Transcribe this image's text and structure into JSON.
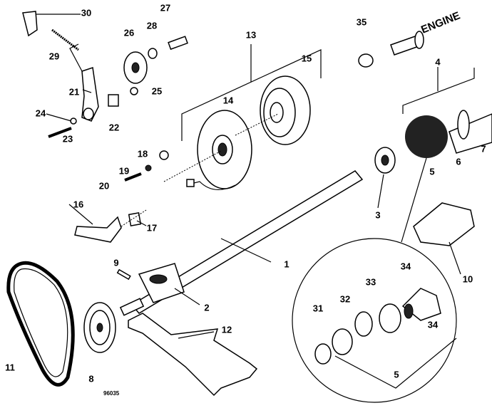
{
  "diagram": {
    "callouts": [
      "1",
      "2",
      "3",
      "4",
      "5",
      "6",
      "7",
      "8",
      "9",
      "10",
      "11",
      "12",
      "13",
      "14",
      "15",
      "16",
      "17",
      "18",
      "19",
      "20",
      "21",
      "22",
      "23",
      "24",
      "25",
      "26",
      "27",
      "28",
      "29",
      "30",
      "31",
      "32",
      "33",
      "34",
      "35"
    ],
    "detail_callouts": {
      "five": "5",
      "thirtyfour": "34"
    },
    "engine_label": "ENGINE",
    "figure_code": "96035"
  }
}
